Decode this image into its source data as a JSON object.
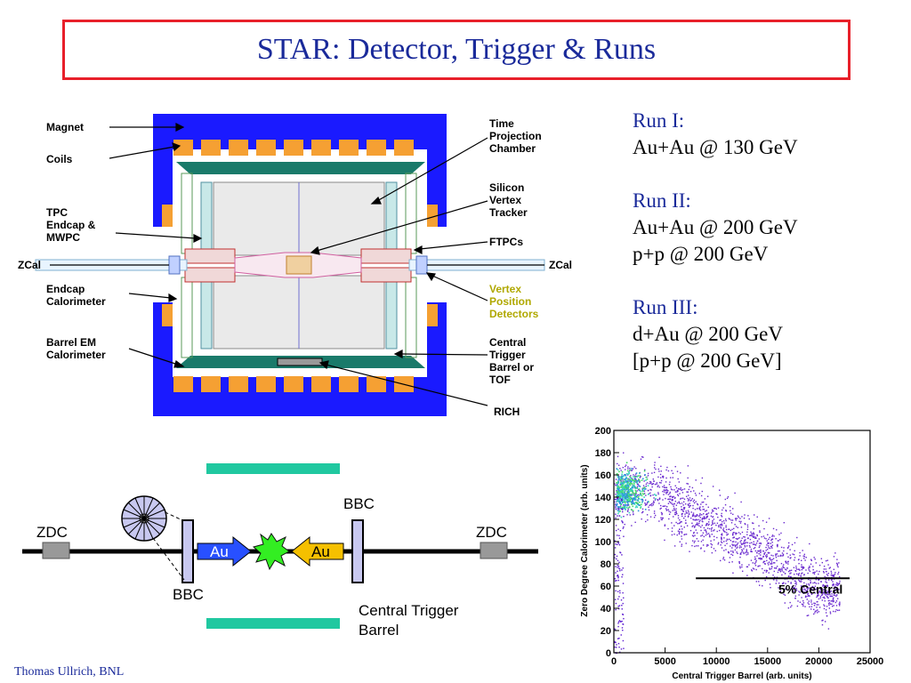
{
  "slide": {
    "title": "STAR: Detector, Trigger & Runs",
    "footer": "Thomas Ullrich, BNL"
  },
  "detector_labels": {
    "magnet": "Magnet",
    "coils": "Coils",
    "tpc_endcap": "TPC\nEndcap &\nMWPC",
    "zcal_left": "ZCal",
    "endcap_cal": "Endcap\nCalorimeter",
    "barrel_em": "Barrel EM\nCalorimeter",
    "tpc": "Time\nProjection\nChamber",
    "svt": "Silicon\nVertex\nTracker",
    "ftpc": "FTPCs",
    "zcal_right": "ZCal",
    "vpd": "Vertex\nPosition\nDetectors",
    "ctb": "Central\nTrigger\nBarrel or\nTOF",
    "rich": "RICH"
  },
  "runs": [
    {
      "header": "Run I:",
      "lines": [
        "Au+Au @ 130 GeV"
      ]
    },
    {
      "header": "Run II:",
      "lines": [
        "Au+Au @ 200 GeV",
        "p+p @ 200 GeV"
      ]
    },
    {
      "header": "Run III:",
      "lines": [
        "d+Au @ 200 GeV",
        "[p+p @ 200 GeV]"
      ]
    }
  ],
  "beamline": {
    "zdc_left": "ZDC",
    "zdc_right": "ZDC",
    "bbc_top": "BBC",
    "bbc_bottom": "BBC",
    "beam_left": "Au",
    "beam_right": "Au",
    "ctb_label": "Central Trigger\nBarrel"
  },
  "colors": {
    "title_border": "#e8202a",
    "title_text": "#1a2a9a",
    "magnet_blue": "#1a1aff",
    "coil_orange": "#f5a033",
    "ctb_teal": "#20c8a0",
    "bbc_lavender": "#c8c8f0",
    "beam_blue": "#2850ff",
    "beam_gold": "#f5c000",
    "collision_green": "#33ee22"
  },
  "chart_data": {
    "type": "scatter",
    "xlabel": "Central Trigger Barrel (arb. units)",
    "ylabel": "Zero Degree Calorimeter (arb. units)",
    "xlim": [
      0,
      25000
    ],
    "ylim": [
      0,
      200
    ],
    "xticks": [
      "0",
      "5000",
      "10000",
      "15000",
      "20000",
      "25000"
    ],
    "yticks": [
      "0",
      "20",
      "40",
      "60",
      "80",
      "100",
      "120",
      "140",
      "160",
      "180",
      "200"
    ],
    "annotation": {
      "text": "5% Central",
      "x_start": 8000,
      "x_end": 23000,
      "y": 67
    },
    "density_ridge": [
      {
        "x": 500,
        "y": 145
      },
      {
        "x": 2500,
        "y": 148
      },
      {
        "x": 5000,
        "y": 138
      },
      {
        "x": 7500,
        "y": 126
      },
      {
        "x": 10000,
        "y": 113
      },
      {
        "x": 12500,
        "y": 101
      },
      {
        "x": 15000,
        "y": 88
      },
      {
        "x": 17500,
        "y": 73
      },
      {
        "x": 20000,
        "y": 58
      }
    ]
  }
}
